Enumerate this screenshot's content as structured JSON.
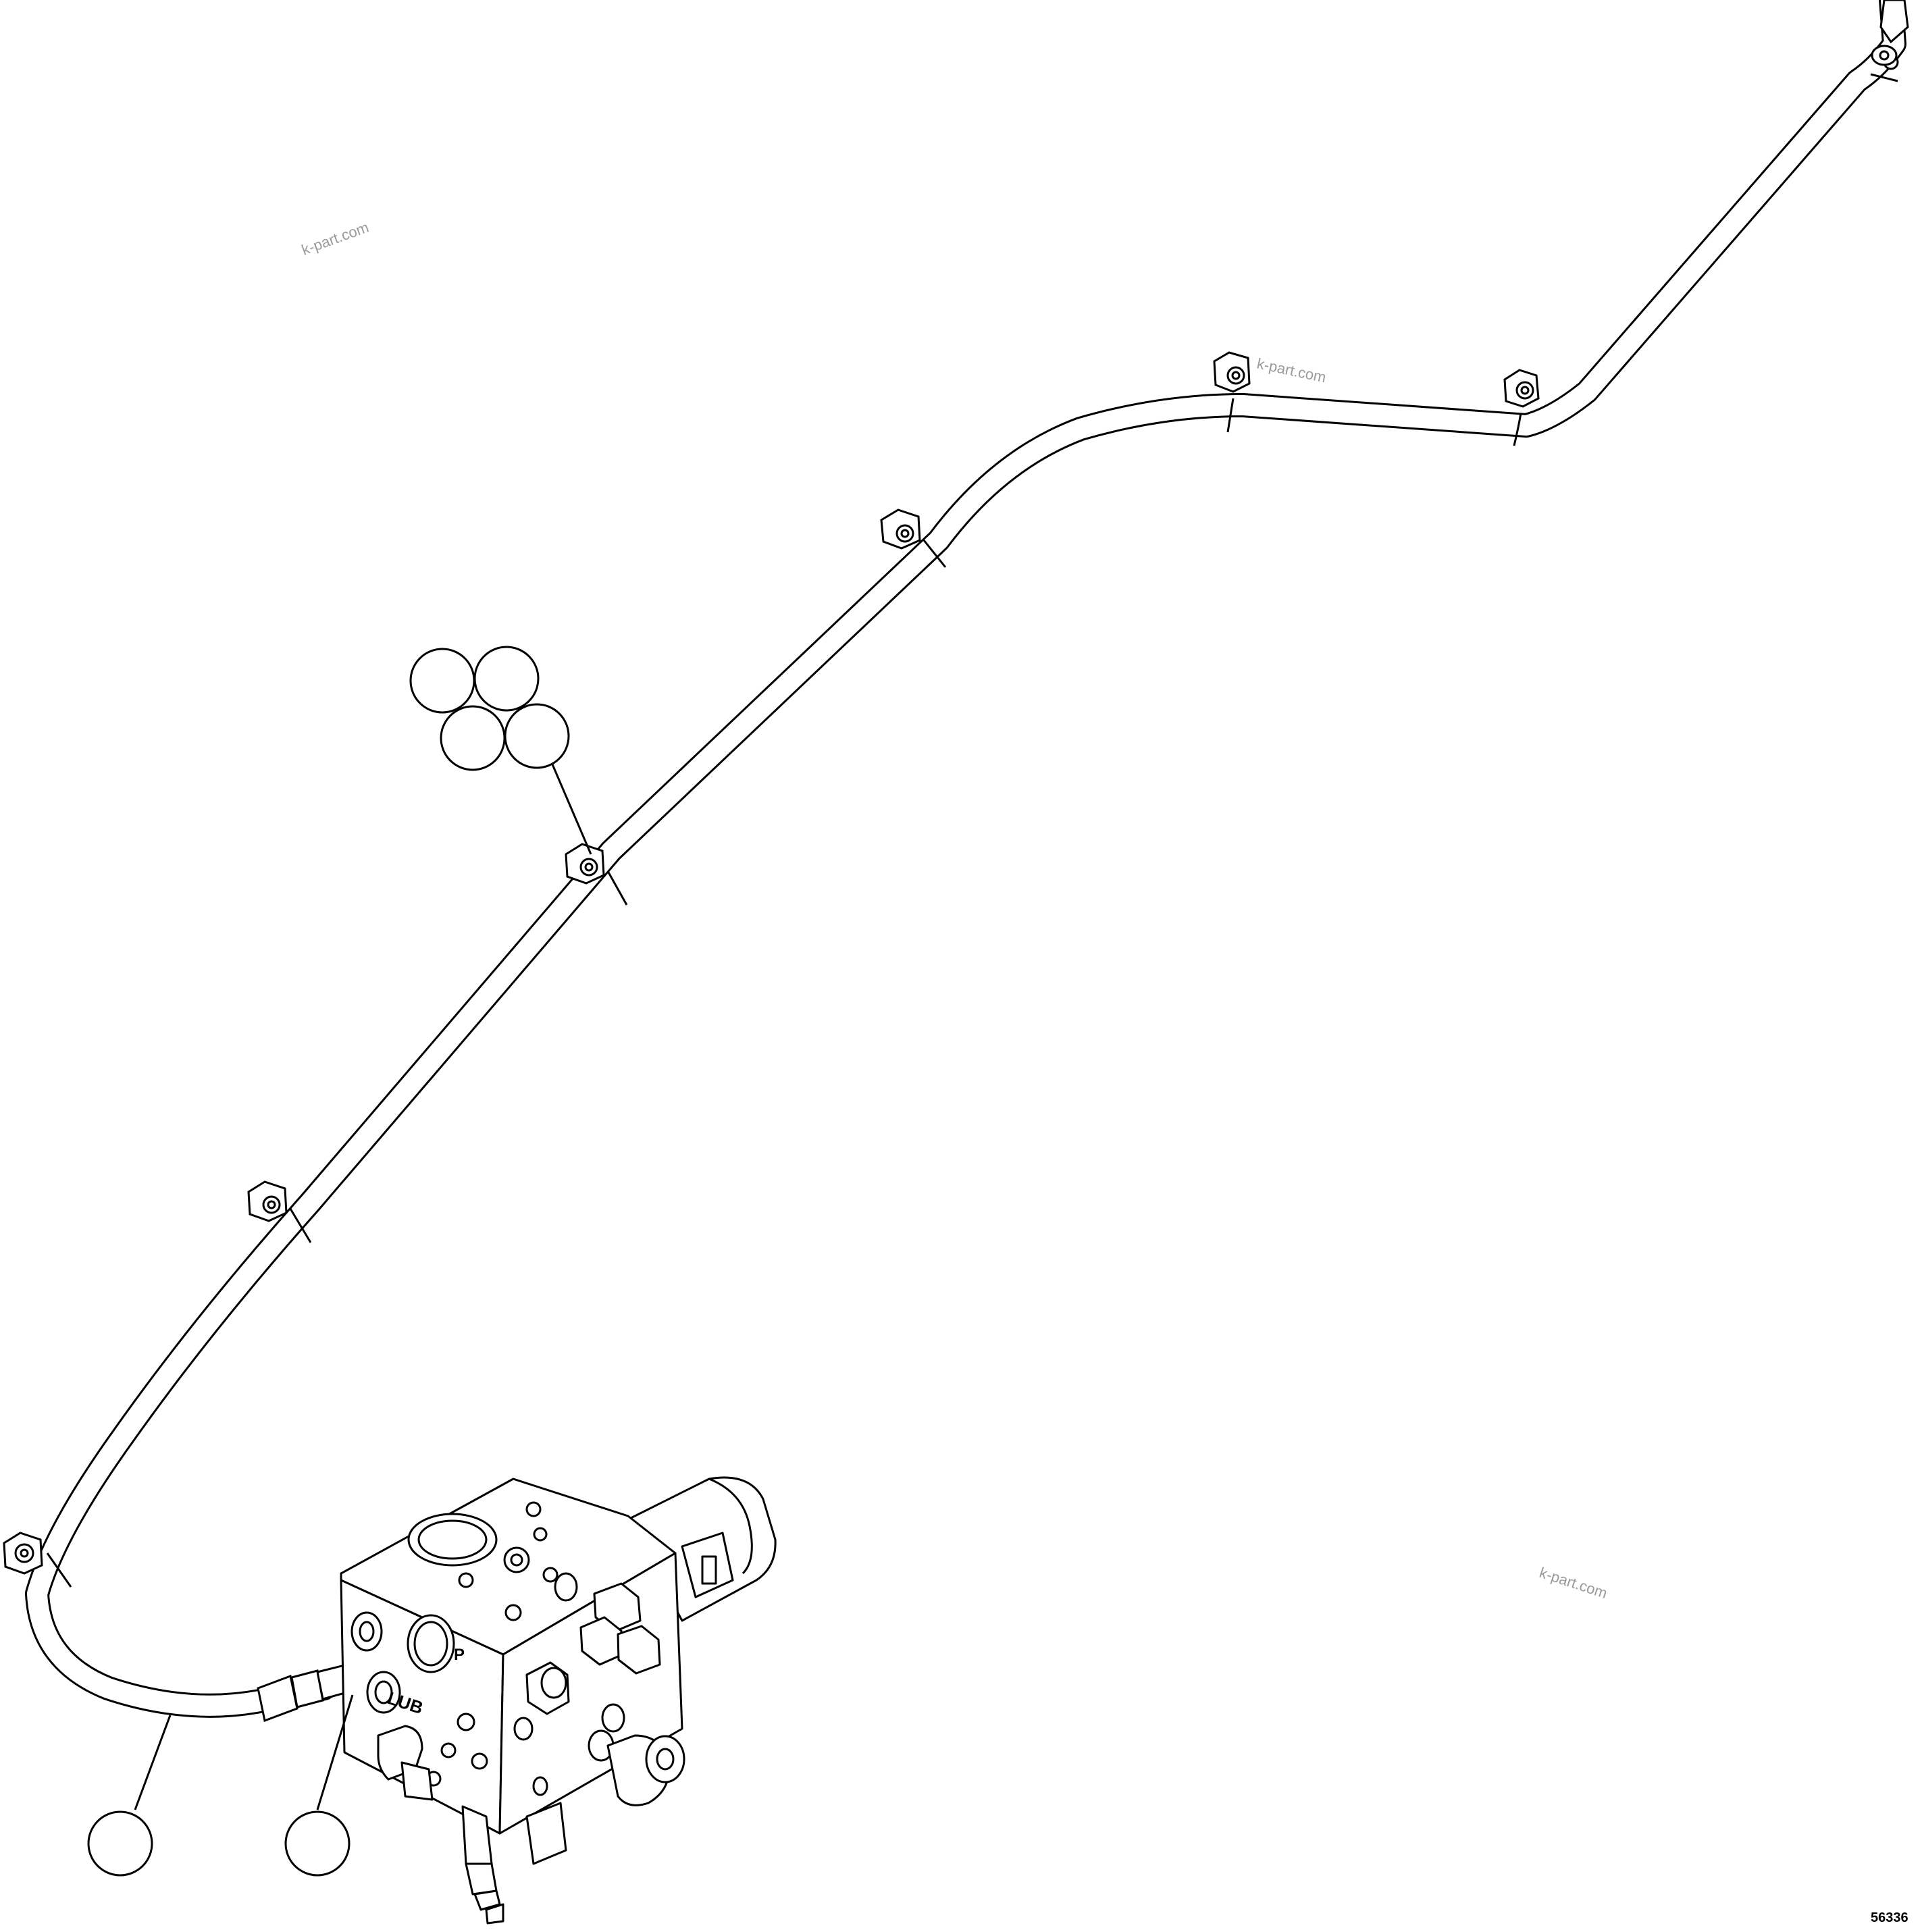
{
  "diagram": {
    "figure_number": "56336",
    "watermark": "k-part.com",
    "port_labels": {
      "pressure": "P",
      "lubrication": "LUB"
    },
    "callout_bubbles": [
      {
        "id": "clamp-group-1",
        "text": ""
      },
      {
        "id": "clamp-group-2",
        "text": ""
      },
      {
        "id": "clamp-group-3",
        "text": ""
      },
      {
        "id": "clamp-group-4",
        "text": ""
      },
      {
        "id": "hose",
        "text": ""
      },
      {
        "id": "fitting",
        "text": ""
      }
    ],
    "colors": {
      "line": "#000000",
      "background": "#ffffff",
      "watermark": "#9a9a9a"
    }
  }
}
